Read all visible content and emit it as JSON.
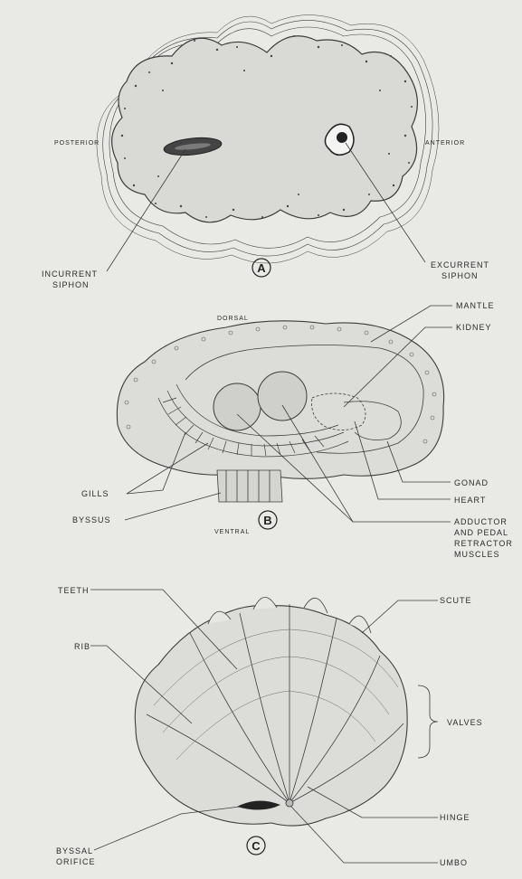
{
  "figure_a": {
    "letter": "A",
    "label_posterior": "POSTERIOR",
    "label_anterior": "ANTERIOR",
    "label_incurrent": [
      "INCURRENT",
      "SIPHON"
    ],
    "label_excurrent": [
      "EXCURRENT",
      "SIPHON"
    ]
  },
  "figure_b": {
    "letter": "B",
    "label_dorsal": "DORSAL",
    "label_ventral": "VENTRAL",
    "label_mantle": "MANTLE",
    "label_kidney": "KIDNEY",
    "label_gills": "GILLS",
    "label_byssus": "BYSSUS",
    "label_gonad": "GONAD",
    "label_heart": "HEART",
    "label_muscles": [
      "ADDUCTOR",
      "AND PEDAL",
      "RETRACTOR",
      "MUSCLES"
    ]
  },
  "figure_c": {
    "letter": "C",
    "label_teeth": "TEETH",
    "label_rib": "RIB",
    "label_scute": "SCUTE",
    "label_valves": "VALVES",
    "label_hinge": "HINGE",
    "label_byssal": [
      "BYSSAL",
      "ORIFICE"
    ],
    "label_umbo": "UMBO"
  },
  "colors": {
    "background": "#e9e9e6",
    "ink": "#2a2a2a",
    "shell_fill": "#d9d9d6",
    "siphon_dark": "#333333"
  }
}
